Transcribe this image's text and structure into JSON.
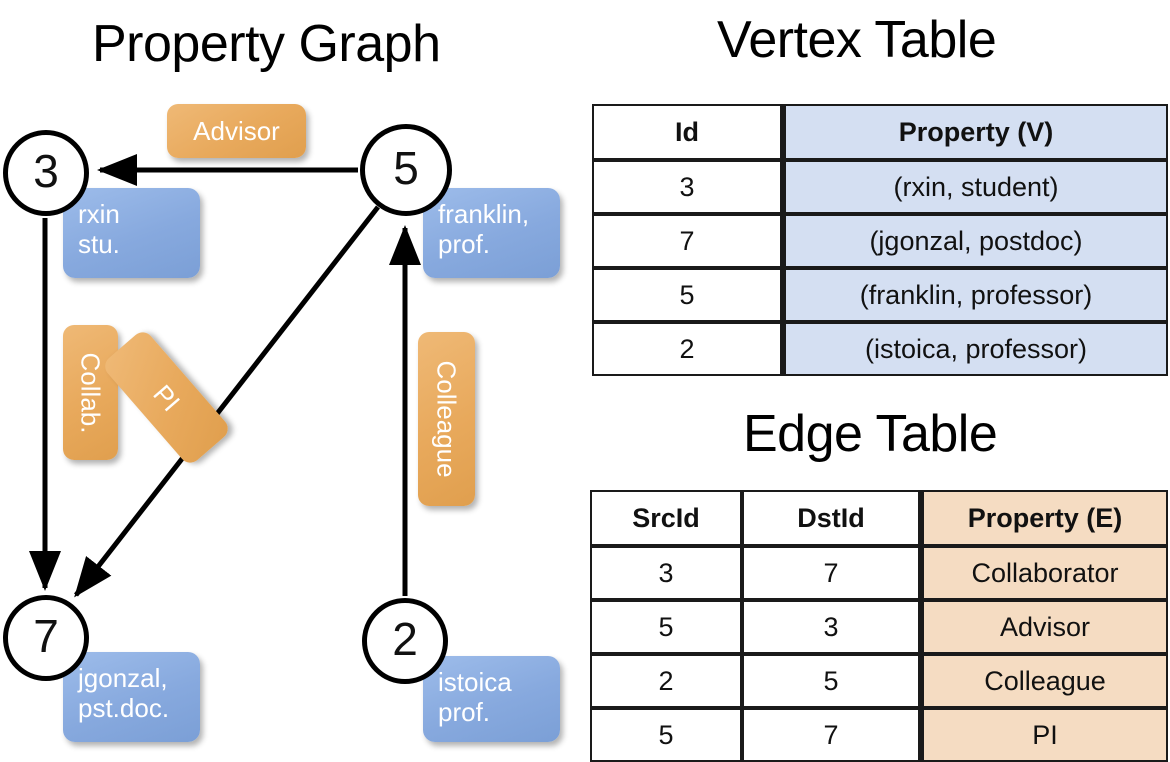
{
  "titles": {
    "property_graph": "Property Graph",
    "vertex_table": "Vertex Table",
    "edge_table": "Edge Table"
  },
  "colors": {
    "vertex_property_fill": "#d4dff2",
    "edge_property_fill": "#f5dcc2",
    "node_property_box": "#87a9de",
    "edge_label_box": "#e8a95c",
    "stroke": "#1a1a1a"
  },
  "graph": {
    "nodes": [
      {
        "id": "3",
        "property_line1": "rxin",
        "property_line2": "stu."
      },
      {
        "id": "5",
        "property_line1": "franklin,",
        "property_line2": "prof."
      },
      {
        "id": "7",
        "property_line1": "jgonzal,",
        "property_line2": "pst.doc."
      },
      {
        "id": "2",
        "property_line1": "istoica",
        "property_line2": "prof."
      }
    ],
    "edge_labels": [
      {
        "key": "advisor",
        "text": "Advisor"
      },
      {
        "key": "collab",
        "text": "Collab."
      },
      {
        "key": "pi",
        "text": "PI"
      },
      {
        "key": "colleague",
        "text": "Colleague"
      }
    ]
  },
  "vertex_table": {
    "headers": [
      "Id",
      "Property (V)"
    ],
    "rows": [
      {
        "id": "3",
        "property": "(rxin, student)"
      },
      {
        "id": "7",
        "property": "(jgonzal, postdoc)"
      },
      {
        "id": "5",
        "property": "(franklin, professor)"
      },
      {
        "id": "2",
        "property": "(istoica, professor)"
      }
    ]
  },
  "edge_table": {
    "headers": [
      "SrcId",
      "DstId",
      "Property (E)"
    ],
    "rows": [
      {
        "src": "3",
        "dst": "7",
        "property": "Collaborator"
      },
      {
        "src": "5",
        "dst": "3",
        "property": "Advisor"
      },
      {
        "src": "2",
        "dst": "5",
        "property": "Colleague"
      },
      {
        "src": "5",
        "dst": "7",
        "property": "PI"
      }
    ]
  }
}
